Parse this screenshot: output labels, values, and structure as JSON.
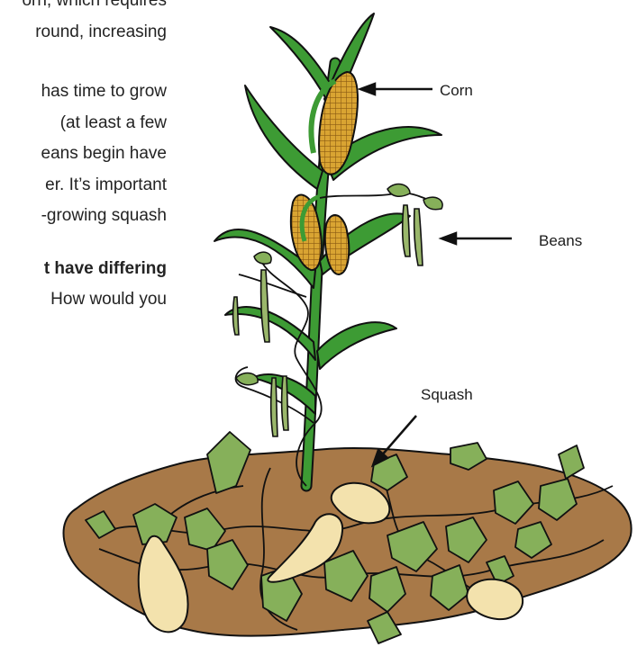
{
  "text_fragment": {
    "lines": [
      {
        "text": "orn, which requires",
        "bold": false
      },
      {
        "text": "round, increasing",
        "bold": false
      },
      {
        "text": "has time to grow",
        "bold": false
      },
      {
        "text": "(at least a few",
        "bold": false
      },
      {
        "text": "eans begin have",
        "bold": false
      },
      {
        "text": "er. It’s important",
        "bold": false
      },
      {
        "text": "-growing squash",
        "bold": false
      },
      {
        "text": "t have differing",
        "bold": true
      },
      {
        "text": "How would you",
        "bold": false
      }
    ]
  },
  "diagram": {
    "labels": {
      "corn": "Corn",
      "beans": "Beans",
      "squash": "Squash"
    },
    "colors": {
      "soil": "#a87948",
      "leaf": "#3d9b34",
      "leaf_dark": "#1f6b22",
      "corn_kernel": "#d9a432",
      "bean_pod": "#9ab76b",
      "squash_leaf": "#86b05a",
      "squash_fruit": "#f3e2ad",
      "outline": "#111111"
    }
  }
}
